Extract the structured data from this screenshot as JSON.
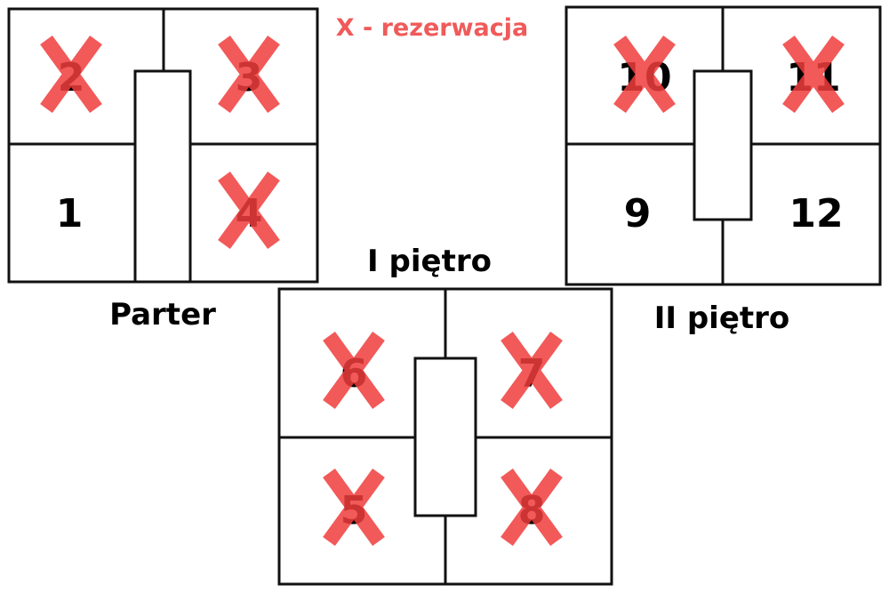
{
  "legend": "X - rezerwacja",
  "reserved_mark": "X",
  "colors": {
    "reserved": "#f03c3c",
    "legend": "#f05a5a",
    "walls": "#111111"
  },
  "floors": [
    {
      "id": "parter",
      "label": "Parter",
      "rooms": [
        {
          "number": "2",
          "reserved": true
        },
        {
          "number": "3",
          "reserved": true
        },
        {
          "number": "1",
          "reserved": false
        },
        {
          "number": "4",
          "reserved": true
        }
      ]
    },
    {
      "id": "pietro-1",
      "label": "I piętro",
      "rooms": [
        {
          "number": "6",
          "reserved": true
        },
        {
          "number": "7",
          "reserved": true
        },
        {
          "number": "5",
          "reserved": true
        },
        {
          "number": "8",
          "reserved": true
        }
      ]
    },
    {
      "id": "pietro-2",
      "label": "II piętro",
      "rooms": [
        {
          "number": "10",
          "reserved": true
        },
        {
          "number": "11",
          "reserved": true
        },
        {
          "number": "9",
          "reserved": false
        },
        {
          "number": "12",
          "reserved": false
        }
      ]
    }
  ]
}
